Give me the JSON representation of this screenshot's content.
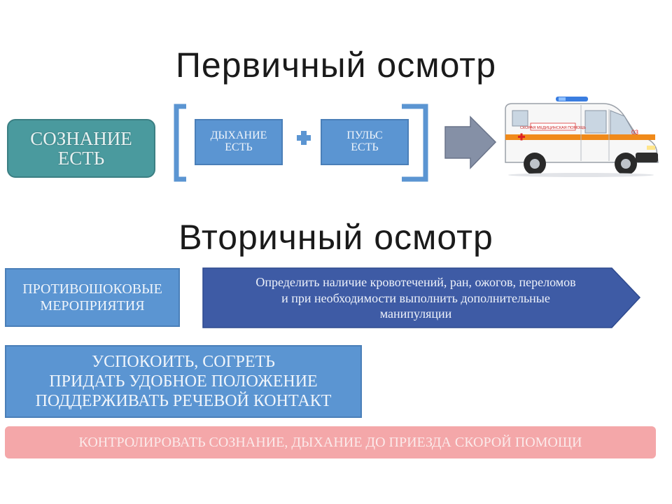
{
  "primary": {
    "title": "Первичный осмотр",
    "consciousness": {
      "line1": "СОЗНАНИЕ",
      "line2": "ЕСТЬ"
    },
    "breathing": {
      "line1": "ДЫХАНИЕ",
      "line2": "ЕСТЬ"
    },
    "pulse": {
      "line1": "ПУЛЬС",
      "line2": "ЕСТЬ"
    },
    "ambulance_sign": "СКОРАЯ МЕДИЦИНСКАЯ ПОМОЩЬ",
    "ambulance_number": "03"
  },
  "secondary": {
    "title": "Вторичный осмотр",
    "antishock": {
      "line1": "ПРОТИВОШОКОВЫЕ",
      "line2": "МЕРОПРИЯТИЯ"
    },
    "determine": {
      "line1": "Определить наличие кровотечений, ран, ожогов, переломов",
      "line2": "и при необходимости выполнить дополнительные",
      "line3": "манипуляции"
    },
    "calm": {
      "line1": "УСПОКОИТЬ, СОГРЕТЬ",
      "line2": "ПРИДАТЬ УДОБНОЕ ПОЛОЖЕНИЕ",
      "line3": "ПОДДЕРЖИВАТЬ РЕЧЕВОЙ КОНТАКТ"
    },
    "control": "КОНТРОЛИРОВАТЬ СОЗНАНИЕ, ДЫХАНИЕ ДО ПРИЕЗДА СКОРОЙ ПОМОЩИ"
  },
  "colors": {
    "teal_box": "#4a9a9e",
    "blue_box": "#5b95d2",
    "dark_arrow": "#3e5ba5",
    "pink_bar": "#f4a7a9",
    "bracket": "#5b95d2",
    "grey_arrow": "#8590a6"
  }
}
